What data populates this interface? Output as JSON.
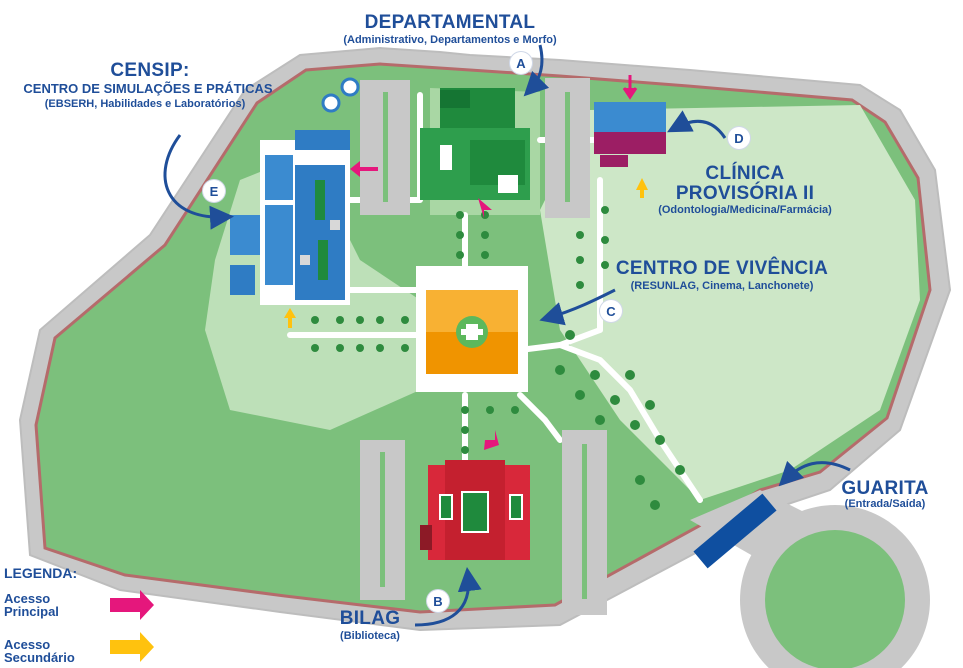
{
  "places": {
    "departamental": {
      "title": "DEPARTAMENTAL",
      "subtitle": "(Administrativo, Departamentos e Morfo)",
      "letter": "A"
    },
    "bilag": {
      "title": "BILAG",
      "subtitle": "(Biblioteca)",
      "letter": "B"
    },
    "centro_vivencia": {
      "title": "CENTRO DE VIVÊNCIA",
      "subtitle": "(RESUNLAG, Cinema, Lanchonete)",
      "letter": "C"
    },
    "clinica": {
      "title_line1": "CLÍNICA",
      "title_line2": "PROVISÓRIA II",
      "subtitle": "(Odontologia/Medicina/Farmácia)",
      "letter": "D"
    },
    "censip": {
      "title": "CENSIP:",
      "line2": "CENTRO DE SIMULAÇÕES E PRÁTICAS",
      "subtitle": "(EBSERH, Habilidades e Laboratórios)",
      "letter": "E"
    },
    "guarita": {
      "title": "GUARITA",
      "subtitle": "(Entrada/Saída)"
    }
  },
  "legend": {
    "title": "LEGENDA:",
    "primary_line1": "Acesso",
    "primary_line2": "Principal",
    "secondary_line1": "Acesso",
    "secondary_line2": "Secundário"
  },
  "colors": {
    "campus_green": "#7cc07c",
    "light_green": "#cde7c7",
    "road": "#b3b3b3",
    "border": "#b56b6b",
    "departamental": "#2e9e4d",
    "bilag": "#d8283a",
    "centro_vivencia": "#f5a623",
    "clinica_top": "#3b8bd0",
    "clinica_bottom": "#9c1e64",
    "censip": "#2f7cc4",
    "primary_access": "#e5177c",
    "secondary_access": "#ffc20e",
    "label_blue": "#1f4e99"
  }
}
